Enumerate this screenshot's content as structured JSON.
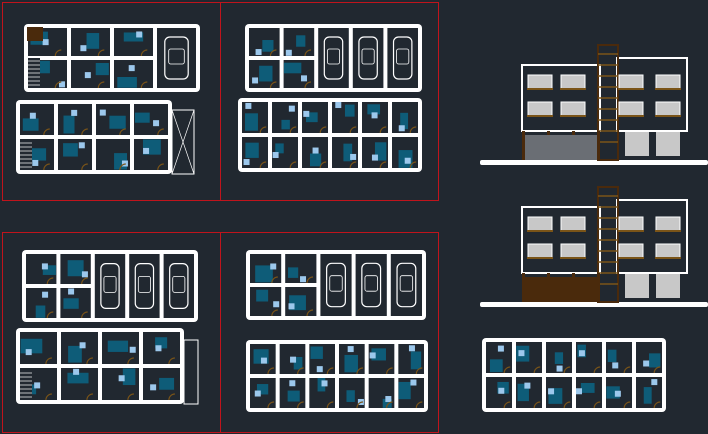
{
  "colors": {
    "background": "#212830",
    "frame": "#c0141c",
    "wall": "#ffffff",
    "room": "#212830",
    "furniture": "#0e5c78",
    "fixture": "#9cc8ec",
    "door": "#7a5418",
    "brown": "#4a2a0c",
    "window": "#c8c8c8"
  },
  "sheets": [
    {
      "id": "sheet-1",
      "plans": 2
    },
    {
      "id": "sheet-2",
      "plans": 2
    },
    {
      "id": "sheet-3",
      "plans": 2
    },
    {
      "id": "sheet-4",
      "plans": 2
    }
  ],
  "elevations": 2,
  "extra_plans": 1
}
